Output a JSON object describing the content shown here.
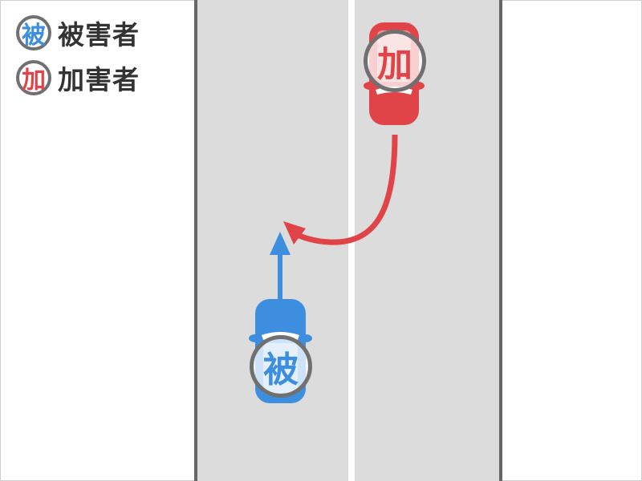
{
  "legend": {
    "items": [
      {
        "badge": "被",
        "label": "被害者",
        "color": "#3e8ee0"
      },
      {
        "badge": "加",
        "label": "加害者",
        "color": "#e04448"
      }
    ]
  },
  "road": {
    "surface_color": "#dcdcdc",
    "edge_color": "#666666",
    "center_line_color": "#ffffff"
  },
  "vehicles": {
    "assailant": {
      "badge": "加",
      "color": "#e04448",
      "direction": "down",
      "path": "U-turn into left lane"
    },
    "victim": {
      "badge": "被",
      "color": "#3e8ee0",
      "direction": "up",
      "path": "straight ahead"
    }
  }
}
